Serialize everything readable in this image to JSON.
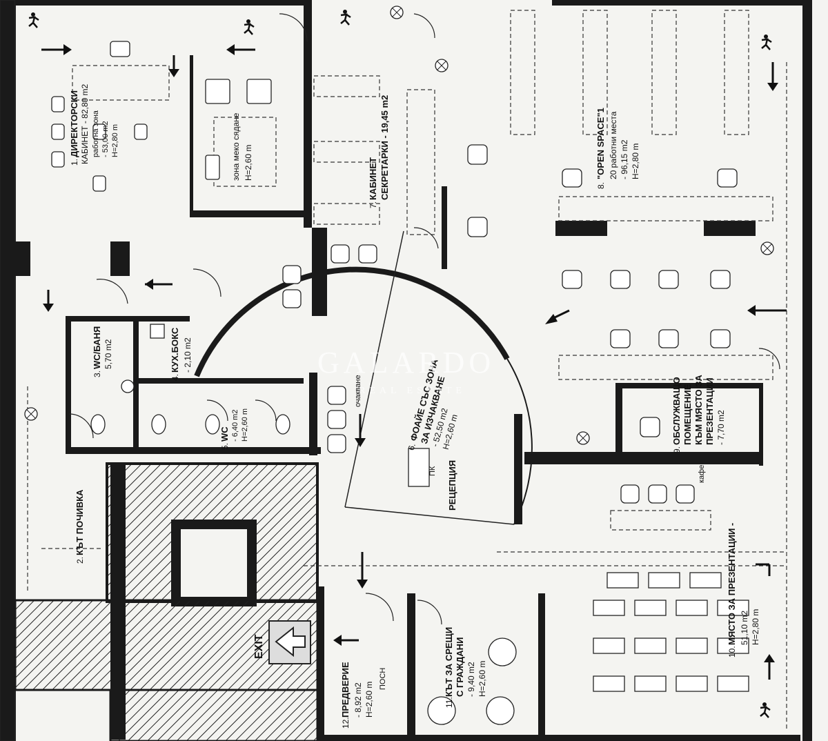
{
  "rooms": [
    {
      "id": "r1",
      "num": "1.",
      "lines": [
        "ДИРЕКТОРСКИ",
        "КАБИНЕТ - 82,80 m2",
        "работна зона",
        "- 53,00 m2",
        "H=2,80 m"
      ]
    },
    {
      "id": "r1b",
      "num": "",
      "lines": [
        "зона меко сядане",
        "H=2,60 m"
      ]
    },
    {
      "id": "r2",
      "num": "2.",
      "lines": [
        "КЪТ ПОЧИВКА"
      ]
    },
    {
      "id": "r3",
      "num": "3.",
      "lines": [
        "WC/БАНЯ",
        "5,70 m2"
      ]
    },
    {
      "id": "r4",
      "num": "4.",
      "lines": [
        "КУХ.БОКС",
        "- 2,10 m2"
      ]
    },
    {
      "id": "r5",
      "num": "5.",
      "lines": [
        "WC",
        "- 6,40 m2",
        "H=2,60 m"
      ]
    },
    {
      "id": "r6",
      "num": "6.",
      "lines": [
        "ФОАЙЕ СЪС ЗОНА",
        "ЗА ИЗЧАКВАНЕ",
        "- 52,50 m2",
        "H=2,60 m"
      ]
    },
    {
      "id": "r7",
      "num": "7.",
      "lines": [
        "КАБИНЕТ",
        "СЕКРЕТАРКИ - 19,45 m2"
      ]
    },
    {
      "id": "r8",
      "num": "8.",
      "lines": [
        "\"OPEN SPACE\"1",
        "20 работни места",
        "- 96,15 m2",
        "H=2,80 m"
      ]
    },
    {
      "id": "r9",
      "num": "9.",
      "lines": [
        "ОБСЛУЖВАЩО",
        "ПОМЕЩЕНИЕ",
        "КЪМ МЯСТО ЗА",
        "ПРЕЗЕНТАЦИИ",
        "- 7,70 m2"
      ]
    },
    {
      "id": "r10",
      "num": "10.",
      "lines": [
        "МЯСТО ЗА ПРЕЗЕНТАЦИИ -",
        "51,10 m2",
        "H=2,80 m"
      ]
    },
    {
      "id": "r11",
      "num": "11.",
      "lines": [
        "КЪТ ЗА СРЕЩИ",
        "С ГРАЖДАНИ",
        "- 9,40 m2",
        "H=2,60 m"
      ]
    },
    {
      "id": "r12",
      "num": "12.",
      "lines": [
        "ПРЕДВЕРИЕ",
        "- 8,92 m2",
        "H=2,60 m"
      ]
    }
  ],
  "labels": {
    "reception": "РЕЦЕПЦИЯ",
    "exit": "EXIT",
    "kafe": "кафе",
    "posh": "ПОСН",
    "ochakvane": "очакване",
    "pk": "ПК"
  },
  "watermark": {
    "brand": "GALARDO",
    "sub": "REAL ESTATE"
  },
  "colors": {
    "ink": "#1a1a1a",
    "paper": "#f4f4f1"
  }
}
